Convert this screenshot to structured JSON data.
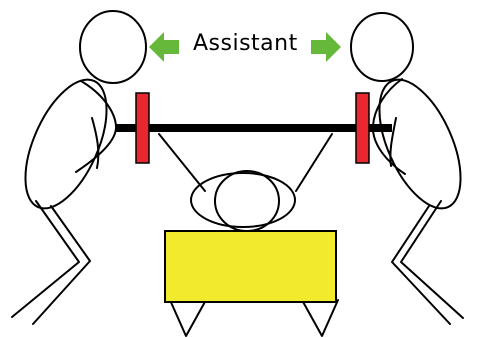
{
  "diagram": {
    "label": "Assistant",
    "colors": {
      "stroke": "#000000",
      "plate": "#e8282e",
      "bench": "#f2ea2c",
      "arrow": "#66b83a",
      "background": "#ffffff"
    },
    "figures": [
      "left-assistant",
      "right-assistant",
      "lifter"
    ],
    "icons": [
      "arrow-left-icon",
      "arrow-right-icon"
    ]
  }
}
